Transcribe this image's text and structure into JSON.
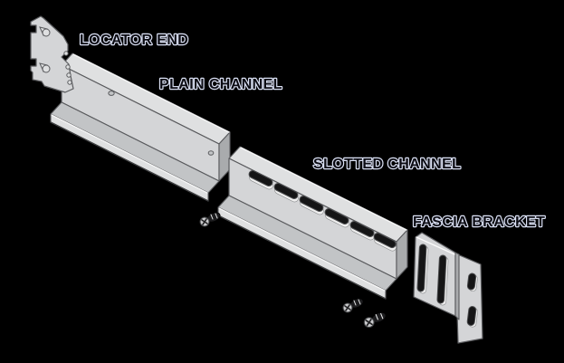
{
  "diagram": {
    "parts": [
      {
        "name": "locator-end",
        "label": "LOCATOR END"
      },
      {
        "name": "plain-channel",
        "label": "PLAIN CHANNEL"
      },
      {
        "name": "slotted-channel",
        "label": "SLOTTED CHANNEL"
      },
      {
        "name": "fascia-bracket",
        "label": "FASCIA BRACKET"
      }
    ],
    "hardware": {
      "screws_visible": 3
    },
    "colors": {
      "background": "#000000",
      "metal_light": "#d4d5d7",
      "metal_lighter": "#dfe0e1",
      "metal_mid": "#c2c4c6",
      "metal_dark": "#a9abad",
      "edge": "#5a5b5e",
      "highlight": "#ffffff",
      "slot_dark": "#151516",
      "slot_lip": "#efefef",
      "label_fill": "#0b0b12",
      "label_outline": "#d9dff2"
    }
  }
}
